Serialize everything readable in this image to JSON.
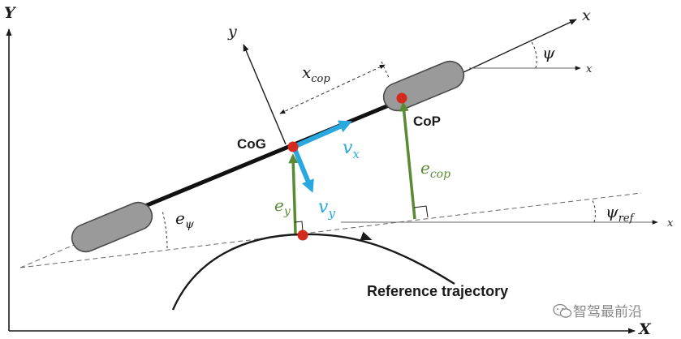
{
  "labels": {
    "global_y": "Y",
    "global_x": "X",
    "body_y": "y",
    "body_x": "x",
    "ref_x": "x",
    "heading_x": "x",
    "psi": "ψ",
    "psi_ref_main": "ψ",
    "psi_ref_sub": "ref",
    "x_cop_main": "x",
    "x_cop_sub": "cop",
    "cog": "CoG",
    "cop": "CoP",
    "vx_main": "v",
    "vx_sub": "x",
    "vy_main": "v",
    "vy_sub": "y",
    "ey_main": "e",
    "ey_sub": "y",
    "ecop_main": "e",
    "ecop_sub": "cop",
    "epsi_main": "e",
    "epsi_sub": "ψ",
    "reference_trajectory": "Reference trajectory"
  },
  "watermark": {
    "text": "智驾最前沿",
    "icon": "wechat-icon"
  },
  "colors": {
    "axis": "#1a1a1a",
    "velocity": "#29a8e0",
    "error": "#5a8a36",
    "point": "#d42a1e",
    "wheel_fill": "#9a9a9a",
    "wheel_stroke": "#4a4a4a"
  }
}
